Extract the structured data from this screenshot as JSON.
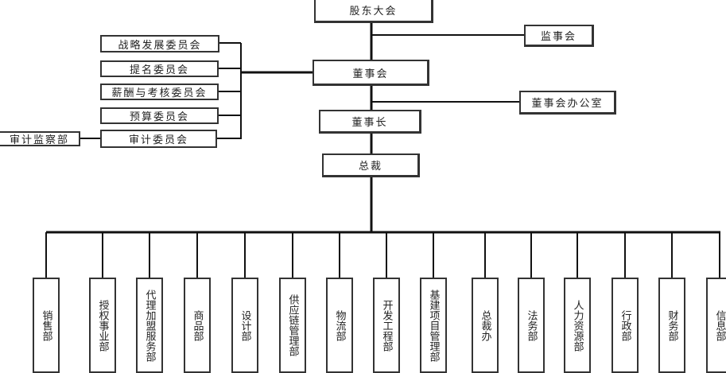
{
  "top": {
    "shareholders": "股东大会",
    "supervisors": "监事会",
    "board": "董事会",
    "board_office": "董事会办公室",
    "chairman": "董事长",
    "president": "总裁"
  },
  "committees": [
    "战略发展委员会",
    "提名委员会",
    "薪酬与考核委员会",
    "预算委员会",
    "审计委员会"
  ],
  "audit_dept": "审计监察部",
  "departments": [
    "销售部",
    "授权事业部",
    "代理加盟服务部",
    "商品部",
    "设计部",
    "供应链管理部",
    "物流部",
    "开发工程部",
    "基建项目管理部",
    "总裁办",
    "法务部",
    "人力资源部",
    "行政部",
    "财务部",
    "信息部"
  ]
}
